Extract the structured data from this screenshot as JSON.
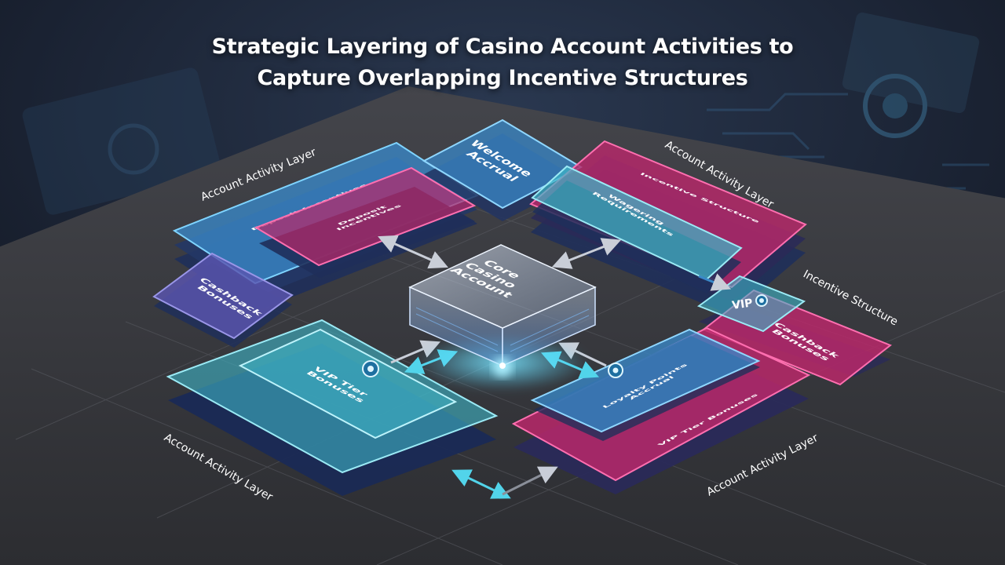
{
  "title": {
    "line1": "Strategic Layering of Casino Account Activities to",
    "line2": "Capture Overlapping Incentive Structures"
  },
  "colors": {
    "background": "#1c2230",
    "floor": "#3a3b40",
    "blue_layer": "#3a88c8",
    "teal_layer": "#3fb6c8",
    "pink_layer": "#b8286a",
    "core_glow": "#4fd6ff",
    "text": "#ffffff"
  },
  "core": {
    "label_lines": [
      "Core",
      "Casino",
      "Account"
    ]
  },
  "layer_labels": {
    "top_left": "Account Activity Layer",
    "top_right": "Account Activity Layer",
    "right": "Incentive Structure",
    "bottom_left": "Account Activity Layer",
    "bottom_right": "Account Activity Layer"
  },
  "panels": {
    "tl_back": [
      "Deposit Incentives"
    ],
    "tl_front": [
      "Deposit",
      "Incentives"
    ],
    "welcome": [
      "Welcome",
      "Accrual"
    ],
    "tr_back": [
      "Incentive Structure"
    ],
    "tr_front": [
      "Wagering",
      "Requirements"
    ],
    "vip_chip": [
      "VIP"
    ],
    "cashback_left": [
      "Cashback",
      "Bonuses"
    ],
    "cashback_right": [
      "Cashback",
      "Bonuses"
    ],
    "bl_front": [
      "VIP Tier",
      "Bonuses"
    ],
    "br_front": [
      "Loyalty Points",
      "Accrual"
    ],
    "br_back": [
      "VIP Tier Bonuses"
    ]
  },
  "icons": [
    "coin-icon",
    "coin-icon",
    "coin-icon"
  ]
}
